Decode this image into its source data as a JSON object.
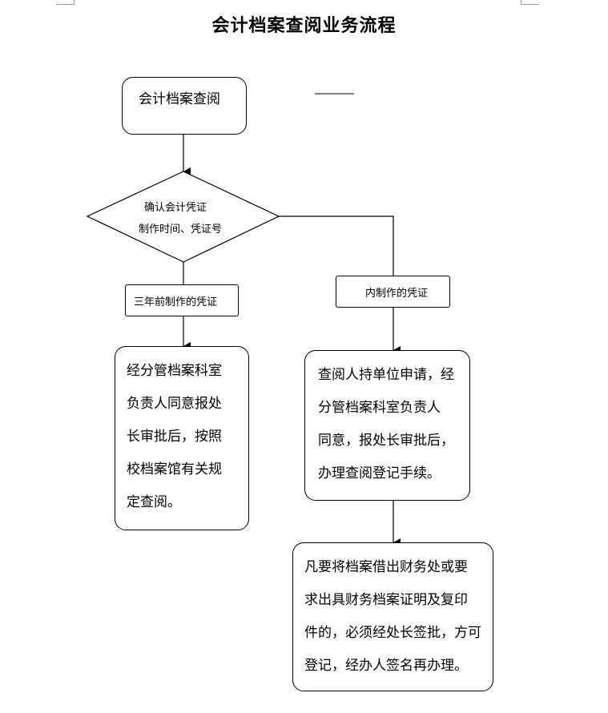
{
  "title": "会计档案查阅业务流程",
  "nodes": {
    "start": "会计档案查阅",
    "decision_line1": "确认会计凭证",
    "decision_line2": "制作时间、凭证号",
    "left_branch_label": "三年前制作的凭证",
    "right_branch_label": "内制作的凭证",
    "left_result_lines": [
      "经分管档案科室",
      "负责人同意报处",
      "长审批后，按照",
      "校档案馆有关规",
      "定查阅。"
    ],
    "right_result_lines": [
      "查阅人持单位申请，经",
      "分管档案科室负责人",
      "同意，报处长审批后，",
      "办理查阅登记手续。"
    ],
    "bottom_note_lines": [
      "凡要将档案借出财务处或要",
      "求出具财务档案证明及复印",
      "件的，必须经处长签批，方可",
      "登记，经办人签名再办理。"
    ]
  }
}
